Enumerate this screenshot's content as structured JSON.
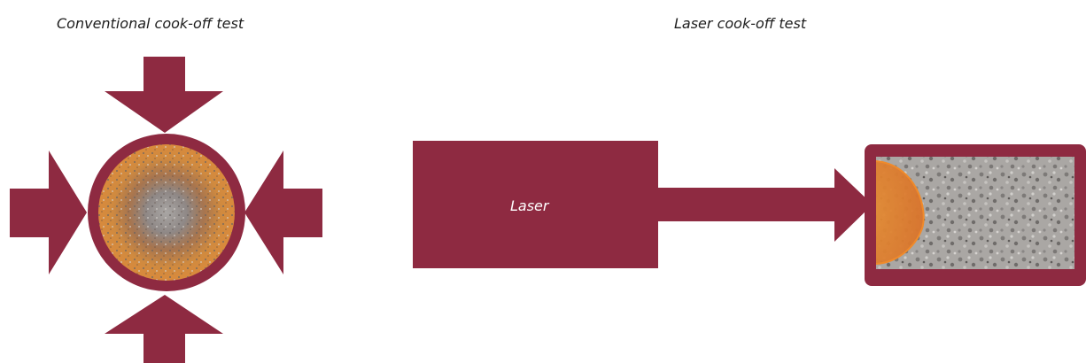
{
  "captions": {
    "conventional": "Conventional cook-off test",
    "laser_test": "Laser cook-off test"
  },
  "laser_box": {
    "label": "Laser"
  },
  "colors": {
    "frame": "#8e2a41",
    "explosive_core": "#9a9a9a",
    "explosive_heated": "#d98a3c",
    "background": "#ffffff"
  },
  "icons": {
    "heat_arrows": "arrow-icon",
    "sample_container": "circle-cross-section",
    "laser_beam": "arrow-icon"
  }
}
